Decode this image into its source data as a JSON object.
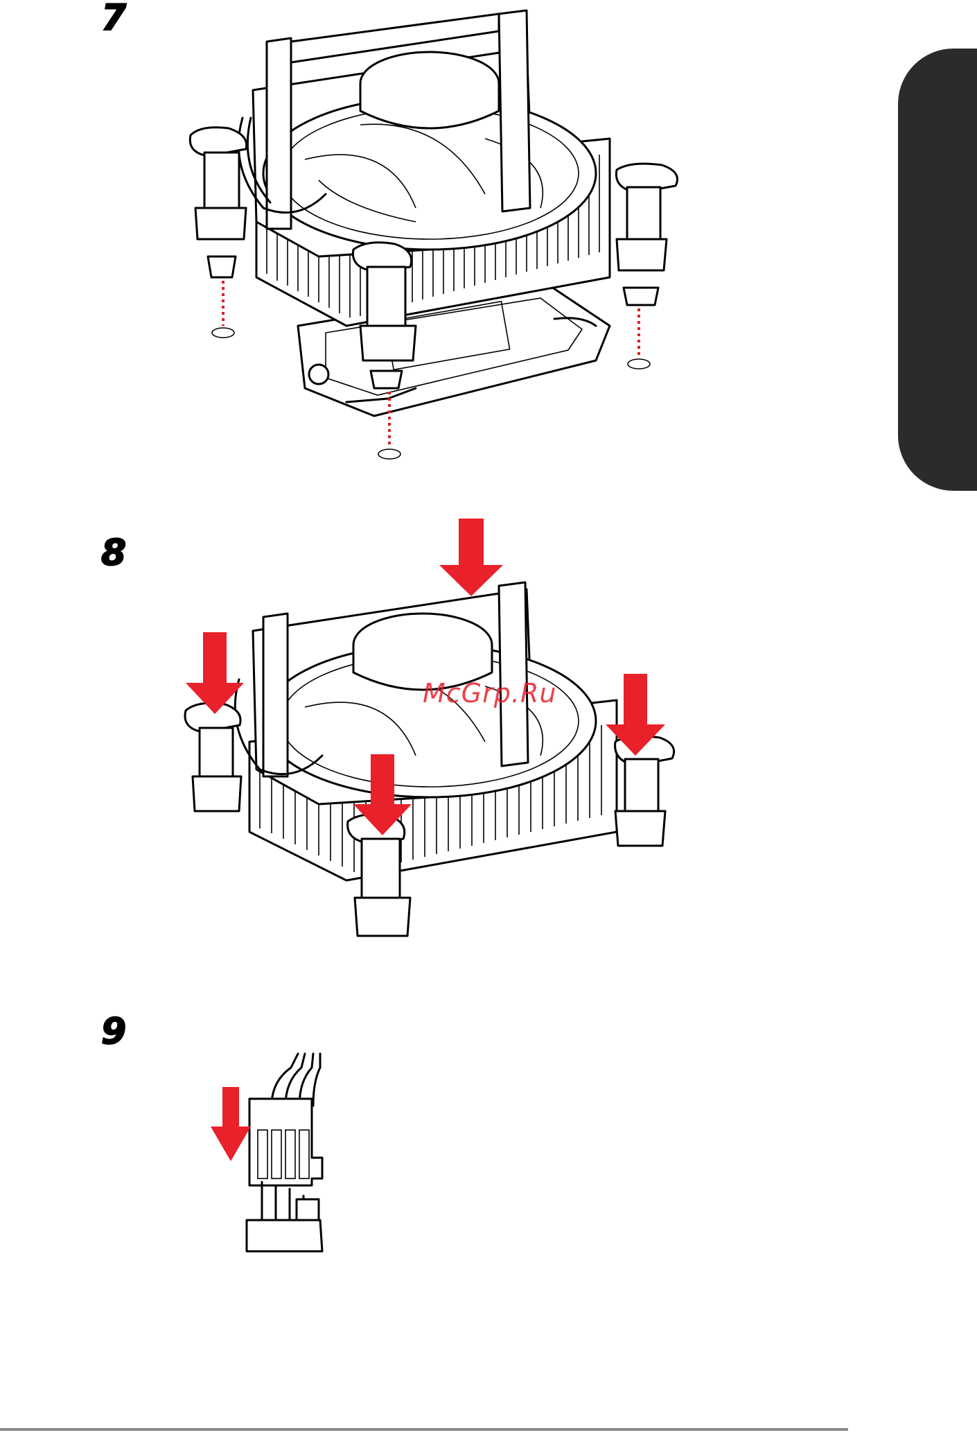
{
  "steps": [
    {
      "number": "7"
    },
    {
      "number": "8"
    },
    {
      "number": "9"
    }
  ],
  "watermark": "McGrp.Ru",
  "colors": {
    "accent_red": "#e8212a",
    "side_tab": "#2b2b2b",
    "rule": "#8a8a8a"
  },
  "icons": [
    "push-down-arrow-icon",
    "mount-point-marker-icon"
  ]
}
